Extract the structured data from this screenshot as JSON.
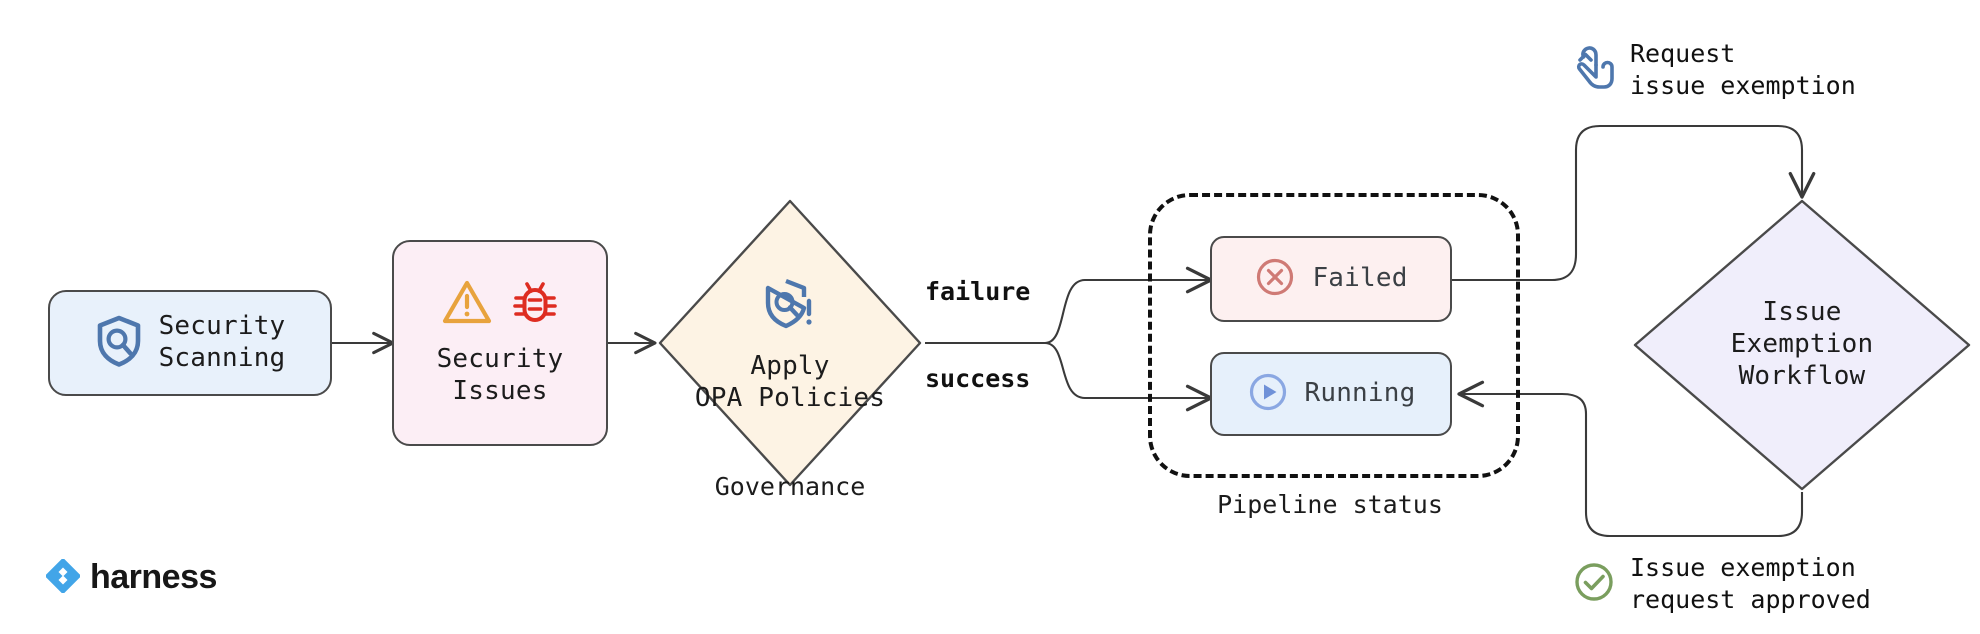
{
  "diagram": {
    "title": "Security scanning governance and issue exemption workflow",
    "brand": {
      "name": "harness",
      "logo_icon": "harness-diamond-logo",
      "color": "#42A5E8"
    }
  },
  "colors": {
    "security_scanning_fill": "#e8f1fb",
    "security_issues_fill": "#fceef5",
    "governance_fill": "#fdf3e4",
    "failed_fill": "#fdf0f0",
    "running_fill": "#e6f0fb",
    "exemption_fill": "#f0eefb",
    "stroke": "#4a4a4a",
    "warning_orange": "#e8a33d",
    "bug_red": "#de2c21",
    "failed_red": "#cf7a75",
    "running_blue": "#8aa7e2",
    "shield_blue": "#4e77ad",
    "approved_green": "#7a9e5e",
    "hand_blue": "#4e77ad",
    "text": "#1c1c1c"
  },
  "nodes": [
    {
      "id": "security-scanning",
      "shape": "rounded-rect",
      "label_lines": [
        "Security",
        "Scanning"
      ],
      "icon": "shield-search-icon",
      "fill": "#e8f1fb"
    },
    {
      "id": "security-issues",
      "shape": "rounded-rect",
      "label_lines": [
        "Security",
        "Issues"
      ],
      "icons": [
        "warning-triangle-icon",
        "bug-icon"
      ],
      "fill": "#fceef5"
    },
    {
      "id": "governance",
      "shape": "diamond",
      "label_lines": [
        "Apply",
        "OPA Policies"
      ],
      "icon": "shield-search-alert-icon",
      "caption": "Governance",
      "fill": "#fdf3e4"
    },
    {
      "id": "failed",
      "shape": "rounded-rect",
      "label_lines": [
        "Failed"
      ],
      "icon": "x-circle-icon",
      "fill": "#fdf0f0"
    },
    {
      "id": "running",
      "shape": "rounded-rect",
      "label_lines": [
        "Running"
      ],
      "icon": "play-circle-icon",
      "fill": "#e6f0fb"
    },
    {
      "id": "pipeline-status-group",
      "shape": "dashed-rounded-rect",
      "caption": "Pipeline status"
    },
    {
      "id": "issue-exemption-workflow",
      "shape": "diamond",
      "label_lines": [
        "Issue",
        "Exemption",
        "Workflow"
      ],
      "fill": "#f0eefb"
    }
  ],
  "labels": {
    "security_scanning": "Security\nScanning",
    "security_issues": "Security\nIssues",
    "governance_node": "Apply\nOPA Policies",
    "governance_caption": "Governance",
    "failed": "Failed",
    "running": "Running",
    "pipeline_status_caption": "Pipeline status",
    "exemption_workflow": "Issue\nExemption\nWorkflow"
  },
  "edges": [
    {
      "from": "security-scanning",
      "to": "security-issues",
      "label": ""
    },
    {
      "from": "security-issues",
      "to": "governance",
      "label": ""
    },
    {
      "from": "governance",
      "to": "failed",
      "label": "failure"
    },
    {
      "from": "governance",
      "to": "running",
      "label": "success"
    },
    {
      "from": "failed",
      "to": "issue-exemption-workflow",
      "label": ""
    },
    {
      "from": "issue-exemption-workflow",
      "to": "running",
      "label": ""
    }
  ],
  "edge_labels": {
    "failure": "failure",
    "success": "success"
  },
  "annotations": [
    {
      "id": "request-issue-exemption",
      "icon": "tap-hand-icon",
      "lines": [
        "Request",
        "issue exemption"
      ],
      "text": "Request\nissue exemption"
    },
    {
      "id": "issue-exemption-approved",
      "icon": "check-circle-icon",
      "lines": [
        "Issue exemption",
        "request approved"
      ],
      "text": "Issue exemption\nrequest approved"
    }
  ]
}
